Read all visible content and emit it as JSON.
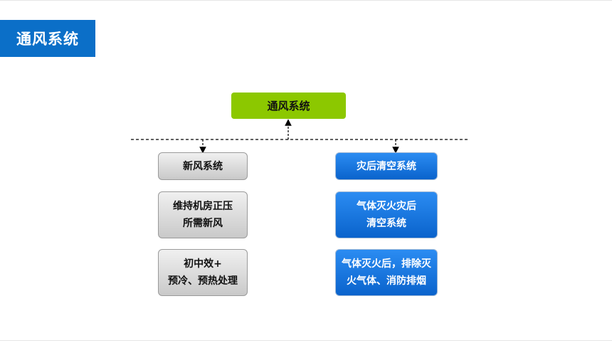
{
  "page_title": "通风系统",
  "diagram": {
    "root": "通风系统",
    "left_branch": {
      "header": "新风系统",
      "items": [
        [
          "维持机房正压",
          "所需新风"
        ],
        [
          "初中效+",
          "预冷、预热处理"
        ]
      ]
    },
    "right_branch": {
      "header": "灾后清空系统",
      "items": [
        [
          "气体灭火灾后",
          "清空系统"
        ],
        [
          "气体灭火后，排除灭",
          "火气体、消防排烟"
        ]
      ]
    }
  },
  "colors": {
    "title_bar": "#0b6fc8",
    "root_box": "#8cc800",
    "left_boxes": "#d9d9d9",
    "right_boxes": "#1a7be0"
  }
}
